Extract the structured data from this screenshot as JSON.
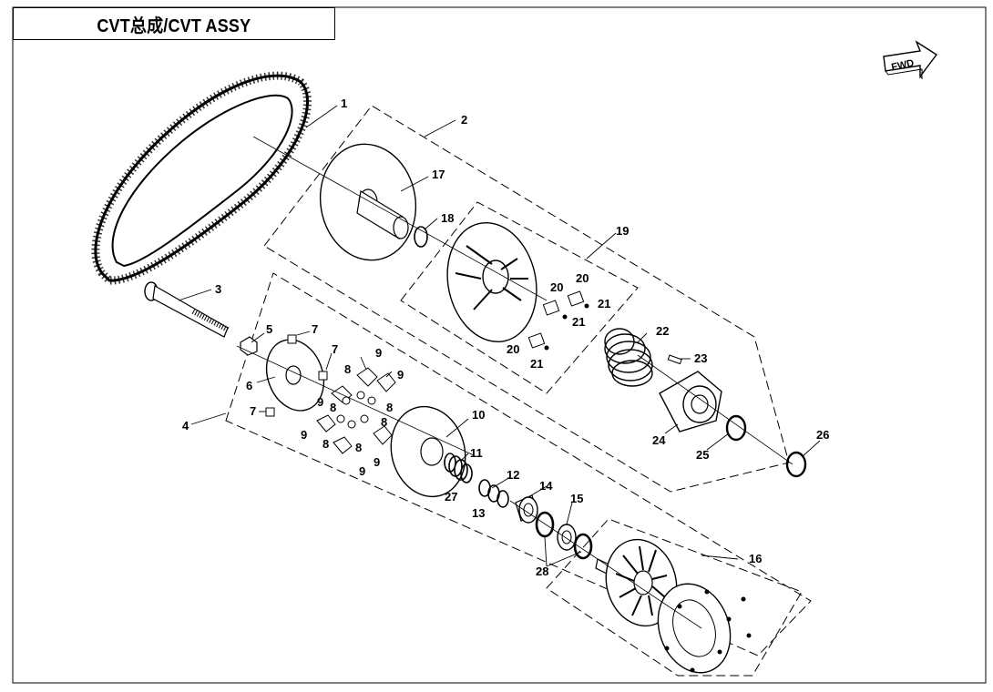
{
  "title": "CVT总成/CVT ASSY",
  "fwd_label": "FWD",
  "callouts": [
    {
      "id": "c1",
      "label": "1"
    },
    {
      "id": "c2",
      "label": "2"
    },
    {
      "id": "c3",
      "label": "3"
    },
    {
      "id": "c4",
      "label": "4"
    },
    {
      "id": "c5",
      "label": "5"
    },
    {
      "id": "c6",
      "label": "6"
    },
    {
      "id": "c7a",
      "label": "7"
    },
    {
      "id": "c7b",
      "label": "7"
    },
    {
      "id": "c7c",
      "label": "7"
    },
    {
      "id": "c8a",
      "label": "8"
    },
    {
      "id": "c8b",
      "label": "8"
    },
    {
      "id": "c8c",
      "label": "8"
    },
    {
      "id": "c8d",
      "label": "8"
    },
    {
      "id": "c8e",
      "label": "8"
    },
    {
      "id": "c8f",
      "label": "8"
    },
    {
      "id": "c9a",
      "label": "9"
    },
    {
      "id": "c9b",
      "label": "9"
    },
    {
      "id": "c9c",
      "label": "9"
    },
    {
      "id": "c9d",
      "label": "9"
    },
    {
      "id": "c9e",
      "label": "9"
    },
    {
      "id": "c9f",
      "label": "9"
    },
    {
      "id": "c10",
      "label": "10"
    },
    {
      "id": "c11",
      "label": "11"
    },
    {
      "id": "c12",
      "label": "12"
    },
    {
      "id": "c13",
      "label": "13"
    },
    {
      "id": "c14",
      "label": "14"
    },
    {
      "id": "c15",
      "label": "15"
    },
    {
      "id": "c16",
      "label": "16"
    },
    {
      "id": "c17",
      "label": "17"
    },
    {
      "id": "c18",
      "label": "18"
    },
    {
      "id": "c19",
      "label": "19"
    },
    {
      "id": "c20a",
      "label": "20"
    },
    {
      "id": "c20b",
      "label": "20"
    },
    {
      "id": "c20c",
      "label": "20"
    },
    {
      "id": "c21a",
      "label": "21"
    },
    {
      "id": "c21b",
      "label": "21"
    },
    {
      "id": "c21c",
      "label": "21"
    },
    {
      "id": "c22",
      "label": "22"
    },
    {
      "id": "c23",
      "label": "23"
    },
    {
      "id": "c24",
      "label": "24"
    },
    {
      "id": "c25",
      "label": "25"
    },
    {
      "id": "c26",
      "label": "26"
    },
    {
      "id": "c27",
      "label": "27"
    },
    {
      "id": "c28",
      "label": "28"
    }
  ]
}
